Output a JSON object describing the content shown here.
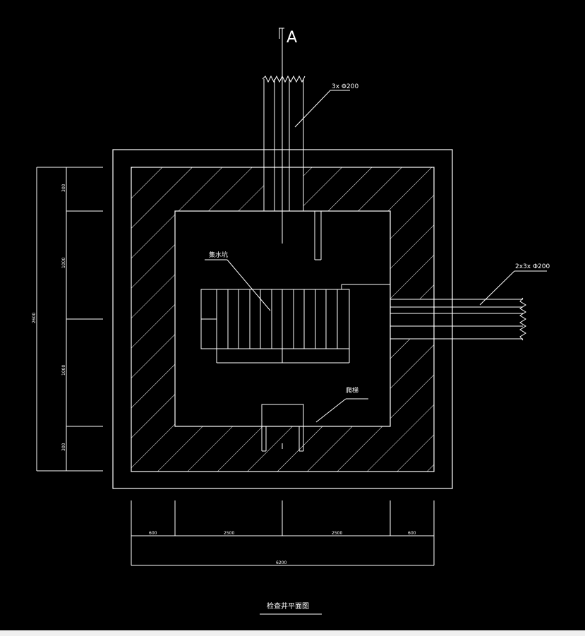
{
  "drawing": {
    "section_marker": "A",
    "pipe_top_label": "3x Φ200",
    "pipe_right_label": "2x3x Φ200",
    "steps_label": "集水坑",
    "sump_label": "爬梯",
    "title": "检查井平面图"
  },
  "dimensions": {
    "left": [
      "300",
      "1000",
      "1000",
      "300"
    ],
    "left_total": "2600",
    "bottom": [
      "600",
      "2500",
      "2500",
      "600"
    ],
    "bottom_total": "6200"
  },
  "colors": {
    "background": "#000000",
    "lines": "#ffffff"
  }
}
